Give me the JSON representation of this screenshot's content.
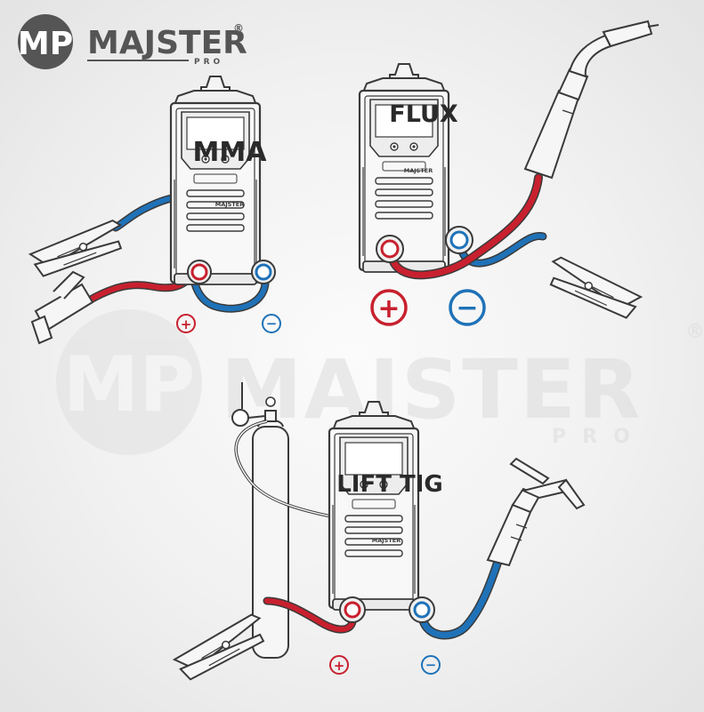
{
  "brand": {
    "logo_mark": "MP",
    "logo_text": "MAJSTER",
    "logo_sub": "PRO",
    "registered": "®",
    "watermark_mark": "MP",
    "watermark_text": "MAJSTER",
    "watermark_sub": "PRO",
    "watermark_registered": "®"
  },
  "machines": [
    {
      "mode": "MMA",
      "panel_brand": "MAJSTER",
      "plus": "+",
      "minus": "−"
    },
    {
      "mode": "FLUX",
      "panel_brand": "MAJSTER",
      "plus": "+",
      "minus": "−"
    },
    {
      "mode": "LIFT TIG",
      "panel_brand": "MAJSTER",
      "plus": "+",
      "minus": "−"
    }
  ],
  "colors": {
    "positive": "#c8202e",
    "negative": "#1f72b8",
    "line": "#3a3a3a",
    "logo": "#555555",
    "watermark": "#d6d6d6"
  }
}
